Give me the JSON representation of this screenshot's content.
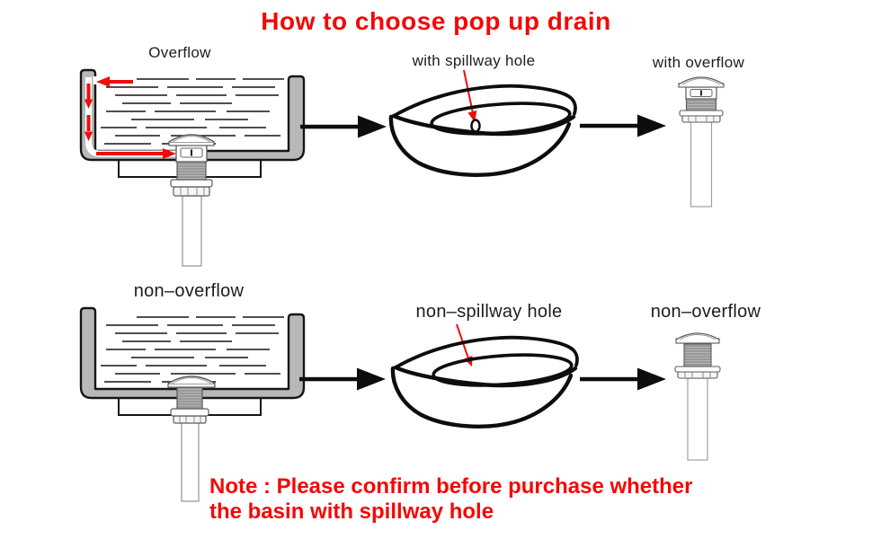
{
  "title": {
    "text": "How to choose pop up drain"
  },
  "diagram": {
    "row1": {
      "sink_label": "Overflow",
      "basin_label": "with spillway hole",
      "drain_label": "with overflow"
    },
    "row2": {
      "sink_label": "non–overflow",
      "basin_label": "non–spillway hole",
      "drain_label": "non–overflow"
    }
  },
  "note": {
    "line1": "Note : Please confirm before purchase whether",
    "line2": "the basin with spillway hole"
  },
  "colors": {
    "accent_red": "#f40806",
    "flow_red": "#ee0d0d",
    "sink_gray": "#b8b8b8",
    "outline_black": "#161616",
    "label_text": "#1d1d1d",
    "background": "#ffffff"
  }
}
